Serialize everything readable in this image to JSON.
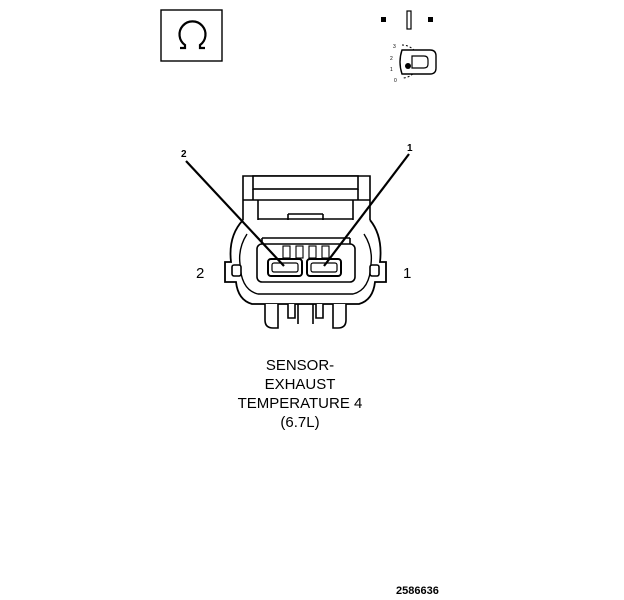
{
  "connector": {
    "caption_lines": [
      "SENSOR-",
      "EXHAUST",
      "TEMPERATURE 4",
      "(6.7L)"
    ],
    "callouts": {
      "pin1_leader": "1",
      "pin2_leader": "2"
    },
    "pin_labels": {
      "pin1": "1",
      "pin2": "2"
    }
  },
  "figure_number": "2586636",
  "icons": {
    "top_left": "ohm-symbol-icon",
    "top_right": "ignition-key-icon"
  },
  "key_switch": {
    "positions": [
      "3",
      "2",
      "1",
      "0"
    ]
  }
}
